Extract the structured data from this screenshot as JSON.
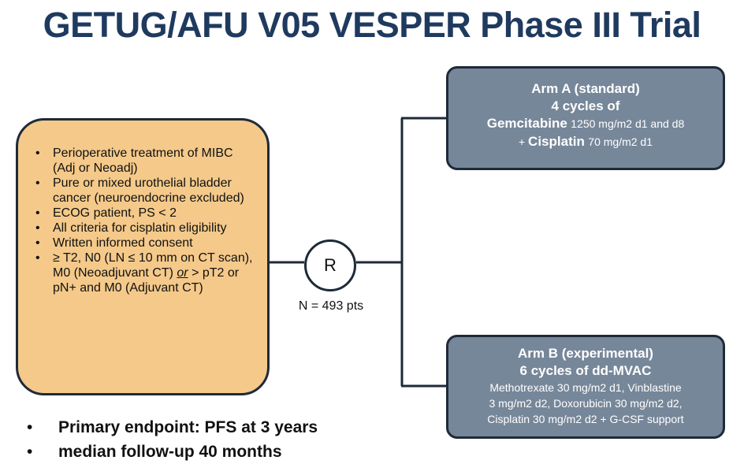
{
  "title": "GETUG/AFU V05 VESPER Phase III Trial",
  "eligibility": [
    "Perioperative treatment of MIBC (Adj or Neoadj)",
    "Pure or mixed urothelial bladder cancer (neuroendocrine excluded)",
    "ECOG patient, PS < 2",
    "All criteria for cisplatin eligibility",
    "Written informed consent",
    {
      "a": "≥ T2, N0 (LN ≤ 10 mm on CT scan), M0 (Neoadjuvant CT) ",
      "or": "or",
      "b": " > pT2 or pN+ and M0 (Adjuvant CT)"
    }
  ],
  "randomization": {
    "label": "R",
    "n": "N = 493 pts"
  },
  "arm_a": {
    "title": "Arm A (standard)",
    "cycles": "4 cycles of",
    "drug1": "Gemcitabine",
    "dose1": "1250 mg/m2 d1 and d8",
    "plus": "+ ",
    "drug2": "Cisplatin",
    "dose2": "70 mg/m2 d1"
  },
  "arm_b": {
    "title": "Arm B (experimental)",
    "cycles": "6 cycles of dd-MVAC",
    "lines": [
      "Methotrexate 30 mg/m2 d1, Vinblastine",
      "3 mg/m2 d2, Doxorubicin 30 mg/m2 d2,",
      "Cisplatin 30 mg/m2 d2 + G-CSF support"
    ]
  },
  "endpoints": [
    "Primary endpoint: PFS at 3 years",
    "median follow-up 40 months"
  ]
}
